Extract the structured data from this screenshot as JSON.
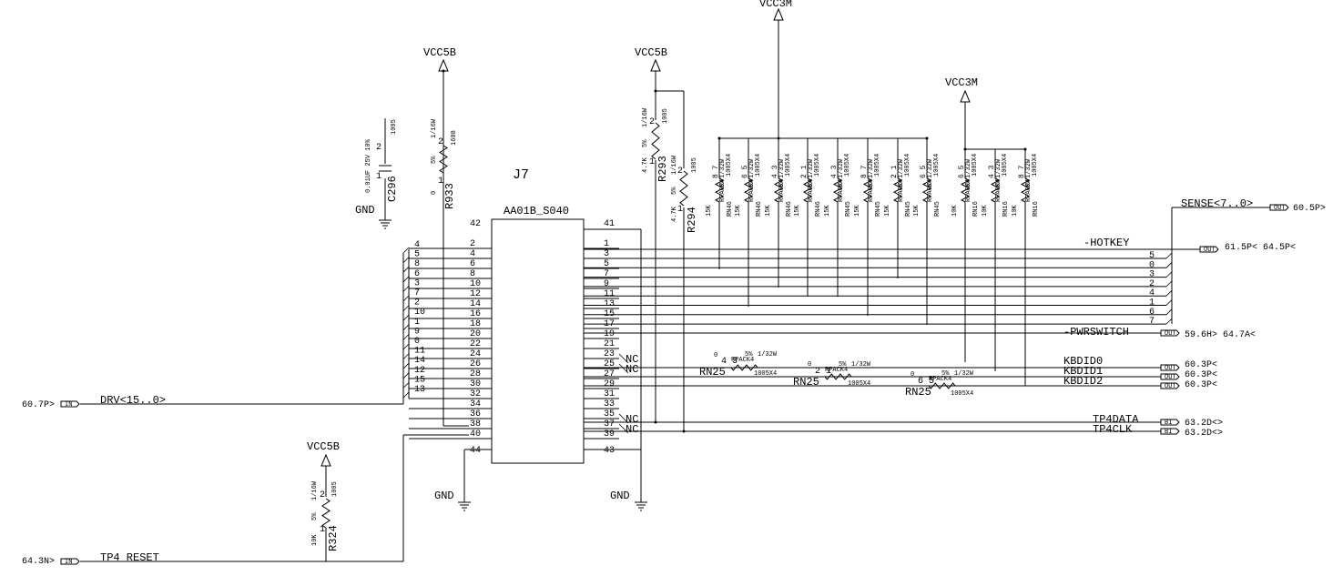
{
  "connector": {
    "ref": "J7",
    "part": "AA01B_S040",
    "pins_left": [
      "42",
      "2",
      "4",
      "6",
      "8",
      "10",
      "12",
      "14",
      "16",
      "18",
      "20",
      "22",
      "24",
      "26",
      "28",
      "30",
      "32",
      "34",
      "36",
      "38",
      "40",
      "44"
    ],
    "pins_right": [
      "41",
      "1",
      "3",
      "5",
      "7",
      "9",
      "11",
      "13",
      "15",
      "17",
      "19",
      "21",
      "23",
      "25",
      "27",
      "29",
      "31",
      "33",
      "35",
      "37",
      "39",
      "43"
    ],
    "nc": [
      "NC",
      "NC",
      "NC",
      "NC"
    ]
  },
  "drv_bus_numbers": [
    "4",
    "5",
    "8",
    "6",
    "3",
    "7",
    "2",
    "10",
    "1",
    "9",
    "0",
    "11",
    "14",
    "12",
    "15",
    "13"
  ],
  "sense_bus_numbers": [
    "5",
    "0",
    "3",
    "2",
    "4",
    "1",
    "6",
    "7"
  ],
  "power": {
    "vcc5b_1": "VCC5B",
    "vcc5b_2": "VCC5B",
    "vcc5b_3": "VCC5B",
    "vcc3m_1": "VCC3M",
    "vcc3m_2": "VCC3M",
    "gnd_1": "GND",
    "gnd_2": "GND",
    "gnd_3": "GND"
  },
  "nets": {
    "drv": "DRV<15..0>",
    "drv_ref": "60.7P>",
    "tp4_reset": "TP4_RESET",
    "tp4_reset_ref": "64.3N>",
    "sense": "SENSE<7..0>",
    "sense_ref": "60.5P>",
    "hotkey": "-HOTKEY",
    "hotkey_ref": "61.5P< 64.5P<",
    "pwrswitch": "-PWRSWITCH",
    "pwrswitch_ref": "59.6H> 64.7A<",
    "kbdid0": "KBDID0",
    "kbdid1": "KBDID1",
    "kbdid2": "KBDID2",
    "kbdid_ref": "60.3P<",
    "tp4data": "TP4DATA",
    "tp4clk": "TP4CLK",
    "tp4_ref": "63.2D<>"
  },
  "ports": {
    "in": "IN",
    "out": "OUT",
    "bi": "BI"
  },
  "components": {
    "c296": {
      "ref": "C296",
      "value": "0.01UF 25V 10%",
      "size": "1005",
      "p1": "1",
      "p2": "2"
    },
    "r933": {
      "ref": "R933",
      "value": "0",
      "tol": "5%",
      "pwr": "1/16W",
      "size": "1608",
      "p1": "1",
      "p2": "2"
    },
    "r293": {
      "ref": "R293",
      "value": "4.7K",
      "tol": "5%",
      "pwr": "1/16W",
      "size": "1005",
      "p1": "1",
      "p2": "2"
    },
    "r294": {
      "ref": "R294",
      "value": "4.7K",
      "tol": "5%",
      "pwr": "1/16W",
      "size": "1005",
      "p1": "1",
      "p2": "2"
    },
    "r324": {
      "ref": "R324",
      "value": "10K",
      "tol": "5%",
      "pwr": "1/16W",
      "size": "1005",
      "p1": "1",
      "p2": "2"
    },
    "rn25_a": {
      "ref": "RN25",
      "value": "0",
      "pins": "4  3",
      "pack": "RPACK4",
      "tol": "5%",
      "pwr": "1/32W",
      "size": "1005X4"
    },
    "rn25_b": {
      "ref": "RN25",
      "value": "0",
      "pins": "2  1",
      "pack": "RPACK4",
      "tol": "5%",
      "pwr": "1/32W",
      "size": "1005X4"
    },
    "rn25_c": {
      "ref": "RN25",
      "value": "0",
      "pins": "6  5",
      "pack": "RPACK4",
      "tol": "5%",
      "pwr": "1/32W",
      "size": "1005X4"
    }
  },
  "rpacks": [
    {
      "ref": "RN46",
      "value": "15K",
      "pins": "8 7"
    },
    {
      "ref": "RN46",
      "value": "15K",
      "pins": "6 5"
    },
    {
      "ref": "RN46",
      "value": "15K",
      "pins": "4 3"
    },
    {
      "ref": "RN46",
      "value": "15K",
      "pins": "2 1"
    },
    {
      "ref": "RN45",
      "value": "15K",
      "pins": "4 3"
    },
    {
      "ref": "RN45",
      "value": "15K",
      "pins": "8 7"
    },
    {
      "ref": "RN45",
      "value": "15K",
      "pins": "2 1"
    },
    {
      "ref": "RN45",
      "value": "15K",
      "pins": "6 5"
    },
    {
      "ref": "RN16",
      "value": "10K",
      "pins": "6 5"
    },
    {
      "ref": "RN16",
      "value": "10K",
      "pins": "4 3"
    },
    {
      "ref": "RN16",
      "value": "10K",
      "pins": "8 7"
    }
  ],
  "rpack_common": {
    "pack": "RPACK4",
    "tol": "5%",
    "pwr": "1/32W",
    "size": "1005X4"
  }
}
